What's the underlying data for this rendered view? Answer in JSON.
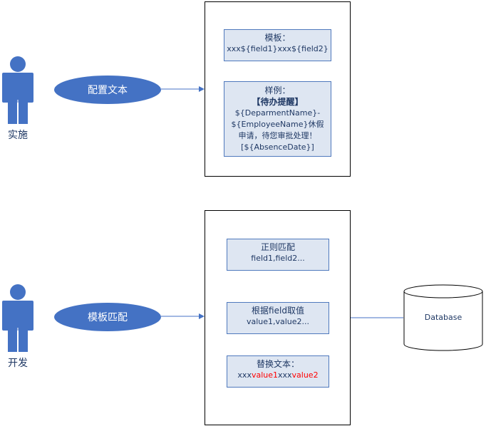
{
  "top": {
    "actor_label": "实施",
    "action": "配置文本",
    "template_box": {
      "title": "模板：",
      "line": "xxx${field1}xxx${field2}"
    },
    "example_box": {
      "title": "样例：",
      "heading": "【待办提醒】",
      "line1": "${DeparmentName}-",
      "line2": "${EmployeeName}休假",
      "line3": "申请，待您审批处理！",
      "line4": "[${AbsenceDate}]"
    }
  },
  "bottom": {
    "actor_label": "开发",
    "action": "模板匹配",
    "regex_box": {
      "title": "正则匹配",
      "line": "field1,field2..."
    },
    "value_box": {
      "title": "根据field取值",
      "line": "value1,value2..."
    },
    "replace_box": {
      "title": "替换文本：",
      "segments": [
        {
          "text": "xxx",
          "color": "#1f3864"
        },
        {
          "text": "value1",
          "color": "#ff0000"
        },
        {
          "text": "xxx",
          "color": "#1f3864"
        },
        {
          "text": "value2",
          "color": "#ff0000"
        }
      ]
    },
    "database_label": "Database"
  },
  "colors": {
    "actor": "#4472c4",
    "accent": "#4f79bd",
    "box_fill": "#dee6f2",
    "highlight": "#ff0000"
  }
}
